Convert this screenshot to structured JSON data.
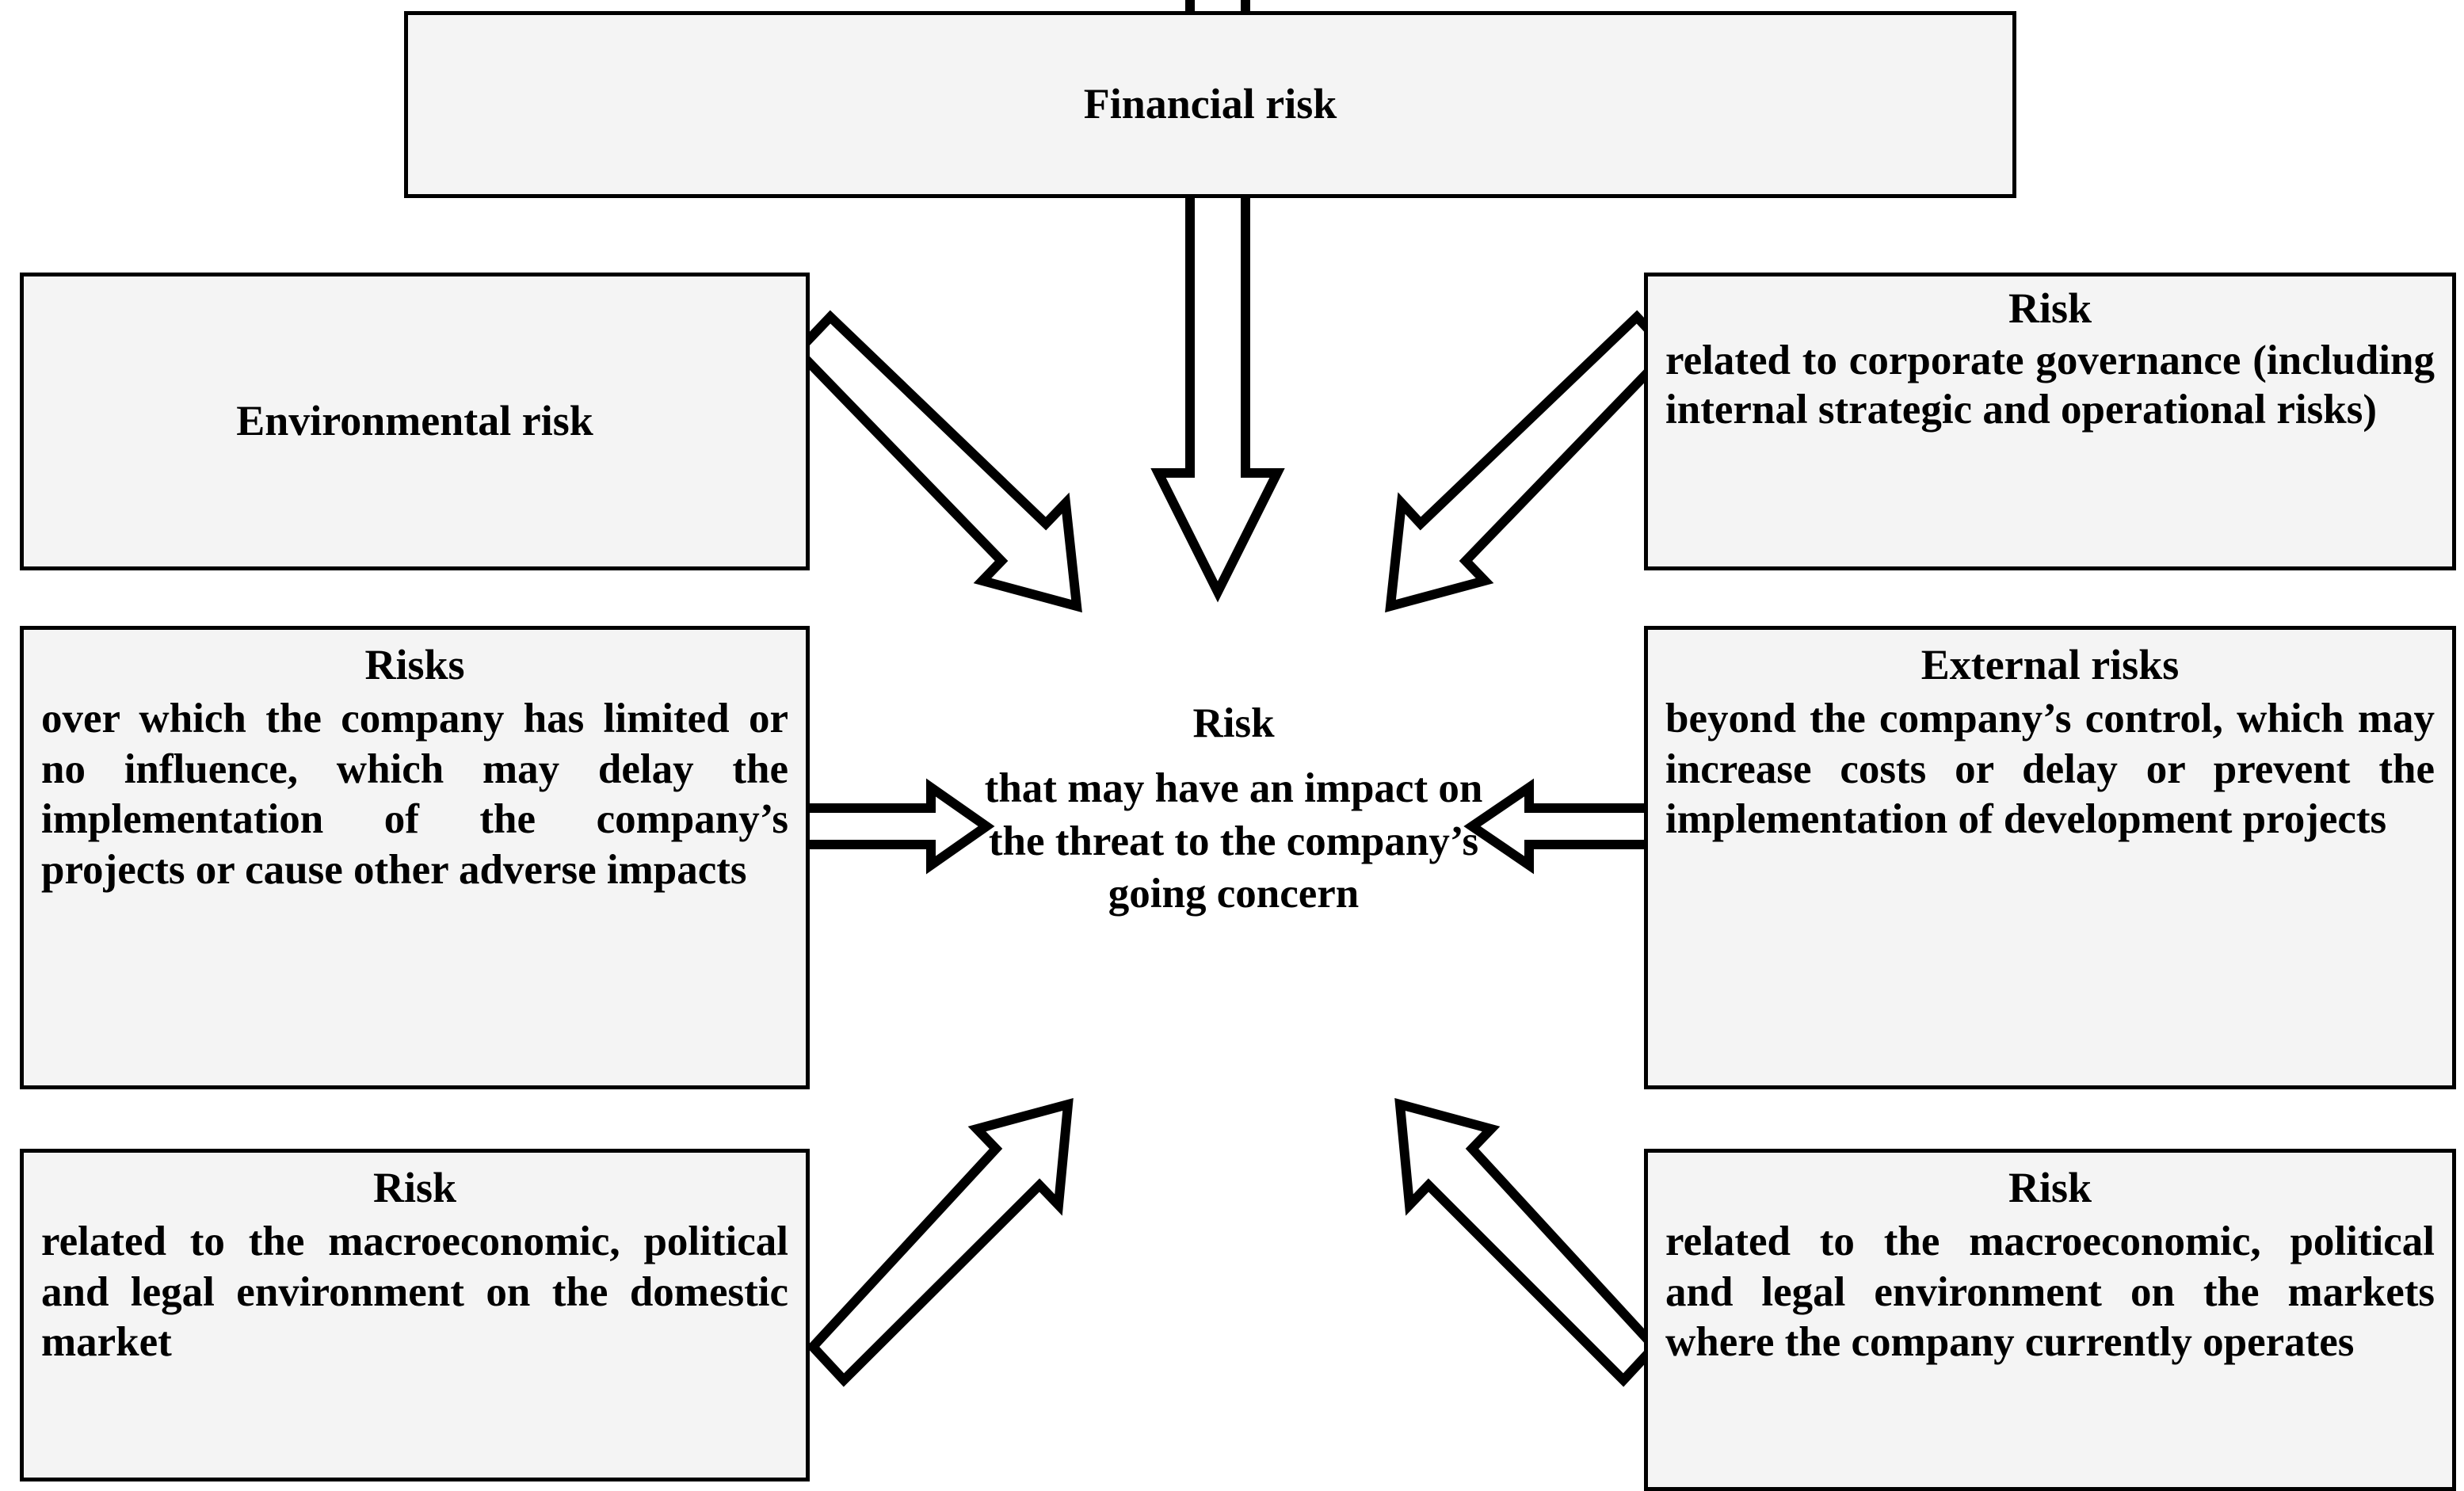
{
  "diagram": {
    "title_box": {
      "label": "Financial risk"
    },
    "boxes": [
      {
        "id": "environmental",
        "title": "Environmental risk",
        "body": ""
      },
      {
        "id": "governance",
        "title": "Risk",
        "body": "related to corporate governance (including internal strategic and operational risks)"
      },
      {
        "id": "limited",
        "title": "Risks",
        "body": "over which the company has limited or no influence, which may delay the implementation of the company’s projects or cause other adverse impacts"
      },
      {
        "id": "external",
        "title": "External risks",
        "body": "beyond the company’s control, which may increase costs or delay or prevent the implementation of development projects"
      },
      {
        "id": "domestic",
        "title": "Risk",
        "body": "related to the macroeconomic, political and legal environment on the domestic market"
      },
      {
        "id": "markets",
        "title": "Risk",
        "body": "related to the macroeconomic, political and legal environment on the markets where the company currently operates"
      }
    ],
    "centre": {
      "title": "Risk",
      "body": "that may have an impact on the threat to the company’s going concern"
    },
    "arrows": [
      {
        "id": "financial-down",
        "direction": "down",
        "from": "financial",
        "to": "centre"
      },
      {
        "id": "environmental-dr",
        "direction": "down-right",
        "from": "environmental",
        "to": "centre"
      },
      {
        "id": "governance-dl",
        "direction": "down-left",
        "from": "governance",
        "to": "centre"
      },
      {
        "id": "limited-right",
        "direction": "right",
        "from": "limited",
        "to": "centre"
      },
      {
        "id": "external-left",
        "direction": "left",
        "from": "external",
        "to": "centre"
      },
      {
        "id": "domestic-ur",
        "direction": "up-right",
        "from": "domestic",
        "to": "centre"
      },
      {
        "id": "markets-ul",
        "direction": "up-left",
        "from": "markets",
        "to": "centre"
      }
    ],
    "colors": {
      "box_fill": "#f4f4f4",
      "box_border": "#000000",
      "text": "#000000",
      "page_background": "#ffffff",
      "arrow_fill": "#ffffff",
      "arrow_stroke": "#000000"
    }
  }
}
